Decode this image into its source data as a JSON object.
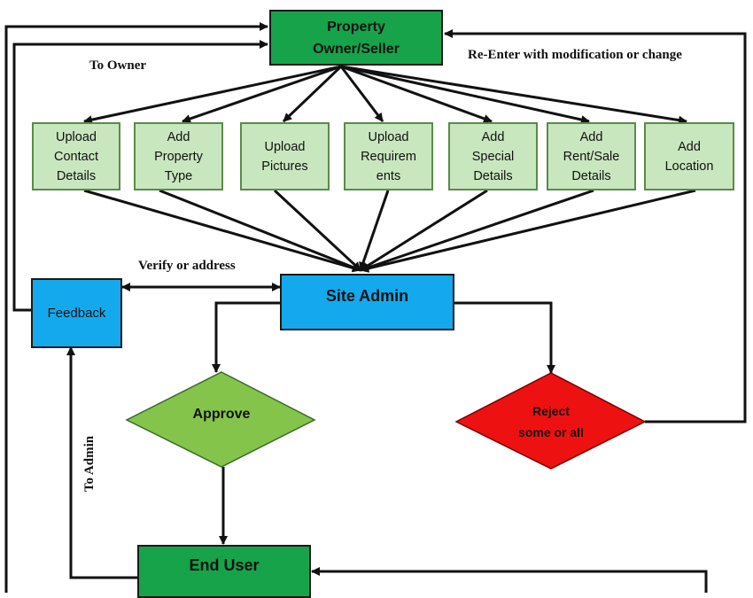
{
  "nodes": {
    "owner": "Property\nOwner/Seller",
    "contact": "Upload\nContact\nDetails",
    "ptype": "Add\nProperty\nType",
    "pictures": "Upload\nPictures",
    "requirements": "Upload\nRequirem\nents",
    "special": "Add\nSpecial\nDetails",
    "rentsale": "Add\nRent/Sale\nDetails",
    "location": "Add\nLocation",
    "feedback": "Feedback",
    "admin": "Site Admin",
    "approve": "Approve",
    "reject": "Reject\nsome or all",
    "enduser": "End User"
  },
  "labels": {
    "to_owner": "To Owner",
    "reenter": "Re-Enter with modification or change",
    "verify": "Verify or address",
    "to_admin": "To Admin"
  },
  "colors": {
    "dark_green": "#16a34a",
    "light_green": "#c9e7bf",
    "blue": "#14a9ec",
    "approve": "#84c44a",
    "reject": "#ee1111"
  }
}
